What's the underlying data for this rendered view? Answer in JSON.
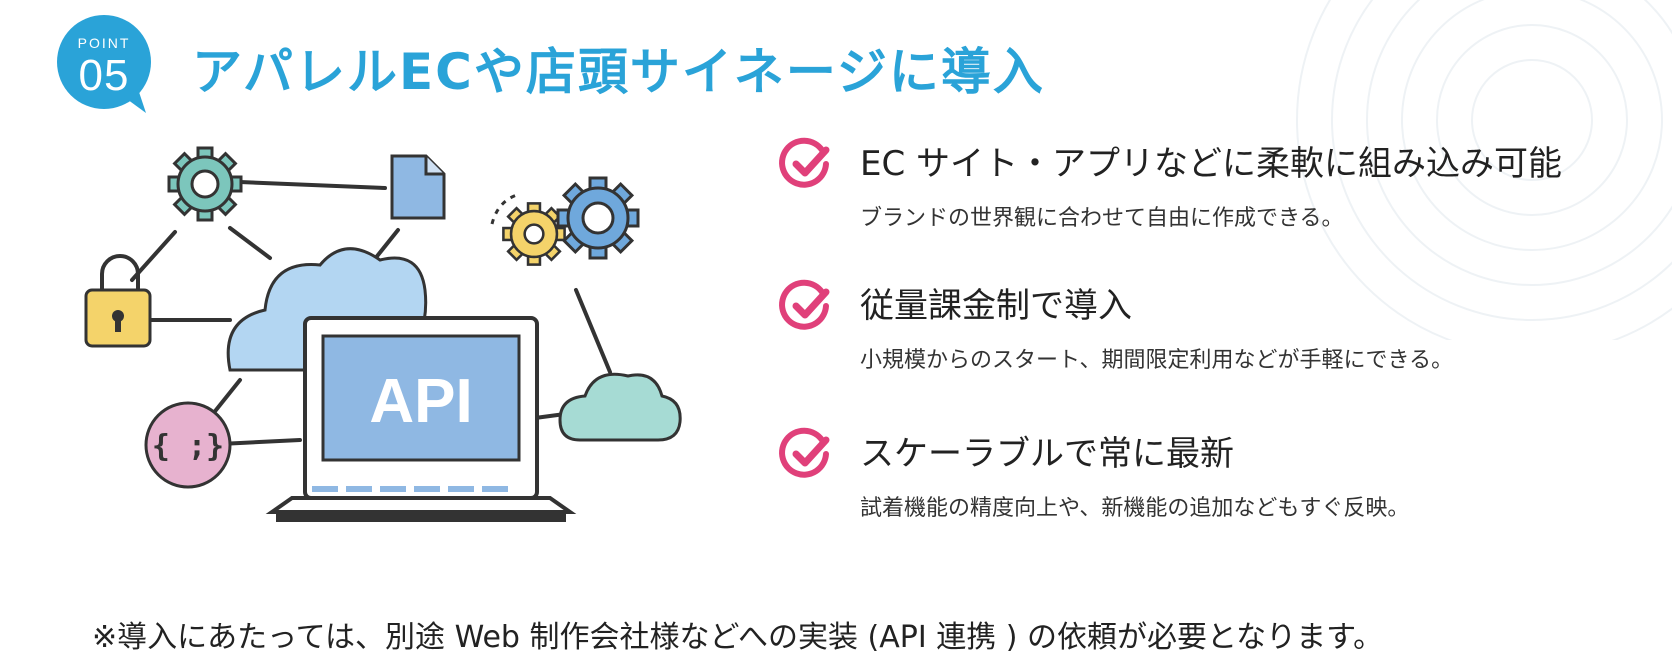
{
  "badge": {
    "label": "POINT",
    "number": "05",
    "color": "#2aa3d8"
  },
  "title": "アパレルECや店頭サイネージに導入",
  "illustration": {
    "screen_text": "API",
    "code_text": "{ ;}"
  },
  "features": [
    {
      "title": "EC サイト・アプリなどに柔軟に組み込み可能",
      "description": "ブランドの世界観に合わせて自由に作成できる。"
    },
    {
      "title": "従量課金制で導入",
      "description": "小規模からのスタート、期間限定利用などが手軽にできる。"
    },
    {
      "title": "スケーラブルで常に最新",
      "description": "試着機能の精度向上や、新機能の追加などもすぐ反映。"
    }
  ],
  "footnote": "※導入にあたっては、別途 Web 制作会社様などへの実装 (API 連携 ) の依頼が必要となります。",
  "colors": {
    "accent": "#2aa3d8",
    "check": "#e0407a"
  },
  "icons": [
    "check-circle-icon",
    "gear-icon",
    "document-icon",
    "lock-icon",
    "cloud-icon",
    "laptop-icon",
    "code-icon"
  ]
}
